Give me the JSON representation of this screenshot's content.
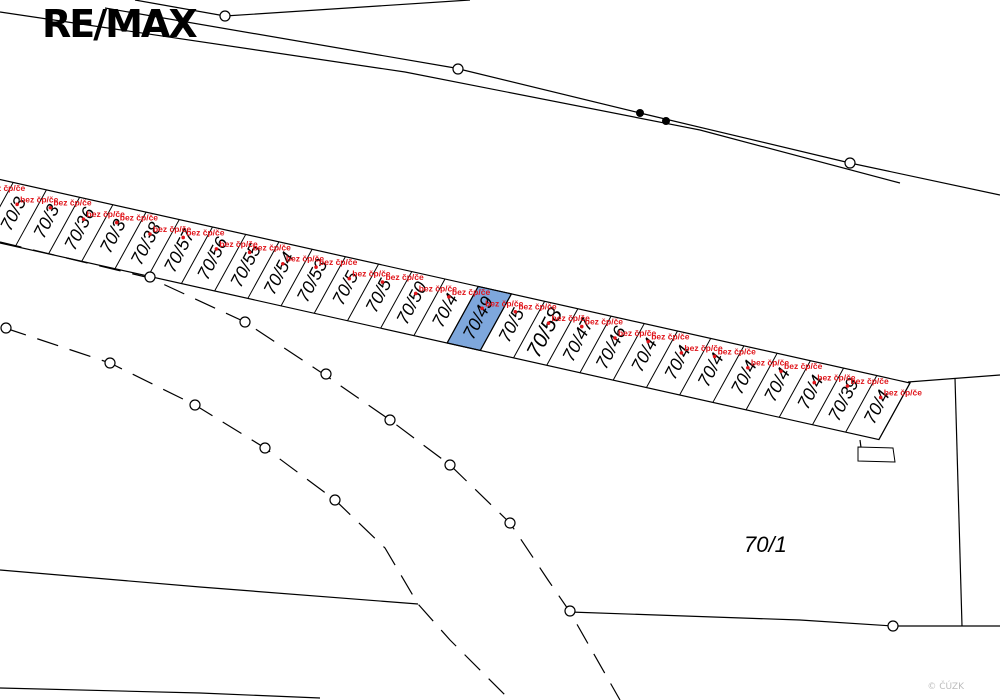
{
  "brand": {
    "logo_text": "RE/MAX"
  },
  "map": {
    "main_parcel_label": "70/1",
    "copyright": "© ČÚZK",
    "colors": {
      "line": "#000000",
      "highlight_fill": "#7ea7dc",
      "marker": "#e0141a",
      "background": "#ffffff"
    },
    "no_house_number_label": "bez čp/če",
    "plot_labels": [
      "70/3",
      "70/3",
      "70/3",
      "70/36",
      "70/3",
      "70/38",
      "70/57",
      "70/56",
      "70/55",
      "70/54",
      "70/53",
      "70/5",
      "70/5",
      "70/50",
      "70/4",
      "70/49",
      "70/5",
      "70/58",
      "70/47",
      "70/46",
      "70/4",
      "70/4",
      "70/4",
      "70/4",
      "70/4",
      "70/4",
      "70/39",
      "70/4"
    ],
    "highlighted_plot": "70/49"
  }
}
